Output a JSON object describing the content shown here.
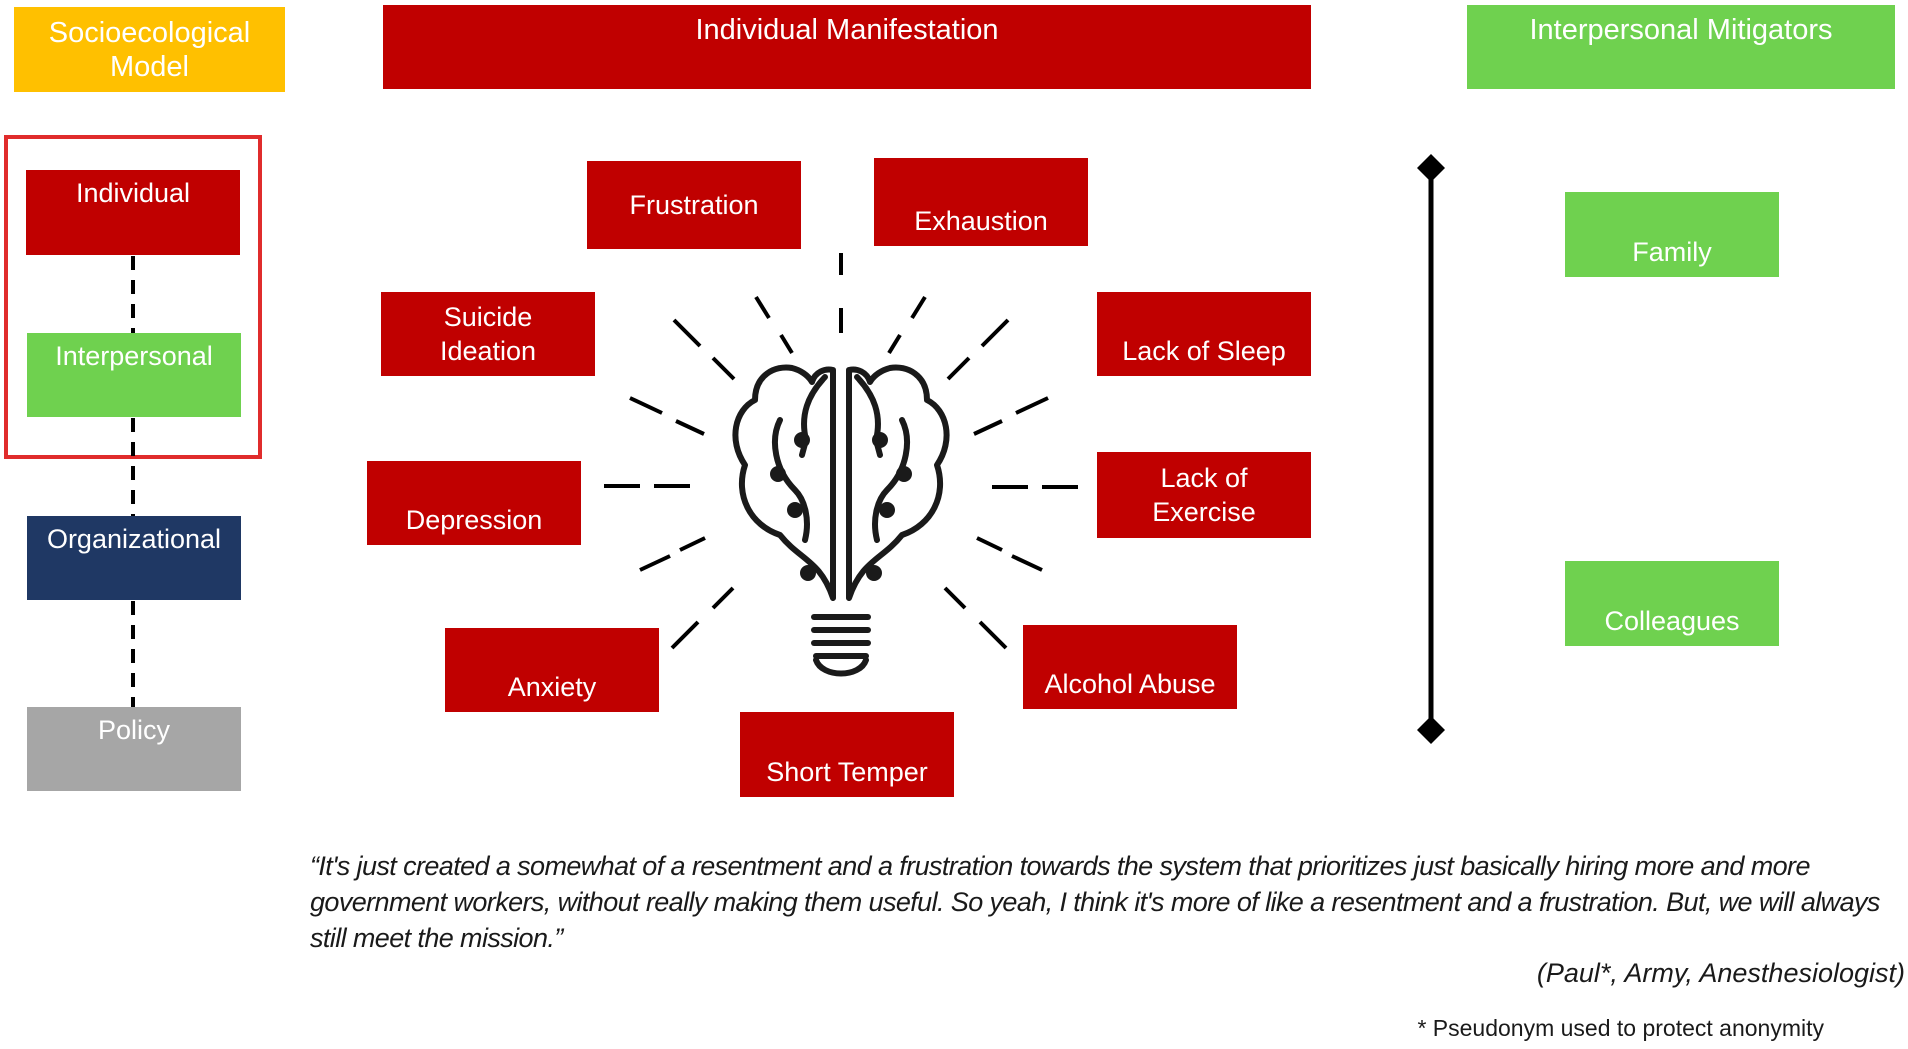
{
  "headers": {
    "model": "Socioecological\nModel",
    "manifestation": "Individual  Manifestation",
    "mitigators": "Interpersonal  Mitigators"
  },
  "levels": {
    "individual": "Individual",
    "interpersonal": "Interpersonal",
    "organizational": "Organizational",
    "policy": "Policy"
  },
  "manifestations": {
    "frustration": "Frustration",
    "exhaustion": "Exhaustion",
    "suicide_ideation": "Suicide\nIdeation",
    "lack_of_sleep": "Lack of Sleep",
    "depression": "Depression",
    "lack_of_exercise": "Lack of\nExercise",
    "anxiety": "Anxiety",
    "alcohol_abuse": "Alcohol Abuse",
    "short_temper": "Short Temper"
  },
  "mitigators": {
    "family": "Family",
    "colleagues": "Colleagues"
  },
  "quote": "“It's just created a somewhat of a resentment and a frustration towards the system that prioritizes just basically hiring more and more government workers, without really making them useful. So yeah, I think it's more of like a resentment and a frustration. But, we will always still meet the mission.”",
  "attribution": "(Paul*, Army, Anesthesiologist)",
  "footnote": "* Pseudonym used to protect anonymity",
  "icons": {
    "center": "brain-lightbulb-icon",
    "scale": "double-diamond-arrow-icon"
  },
  "colors": {
    "red": "#c00000",
    "green": "#6fd14f",
    "yellow": "#ffc000",
    "navy": "#1f3864",
    "grey": "#a6a6a6",
    "frame": "#e02c2c"
  }
}
